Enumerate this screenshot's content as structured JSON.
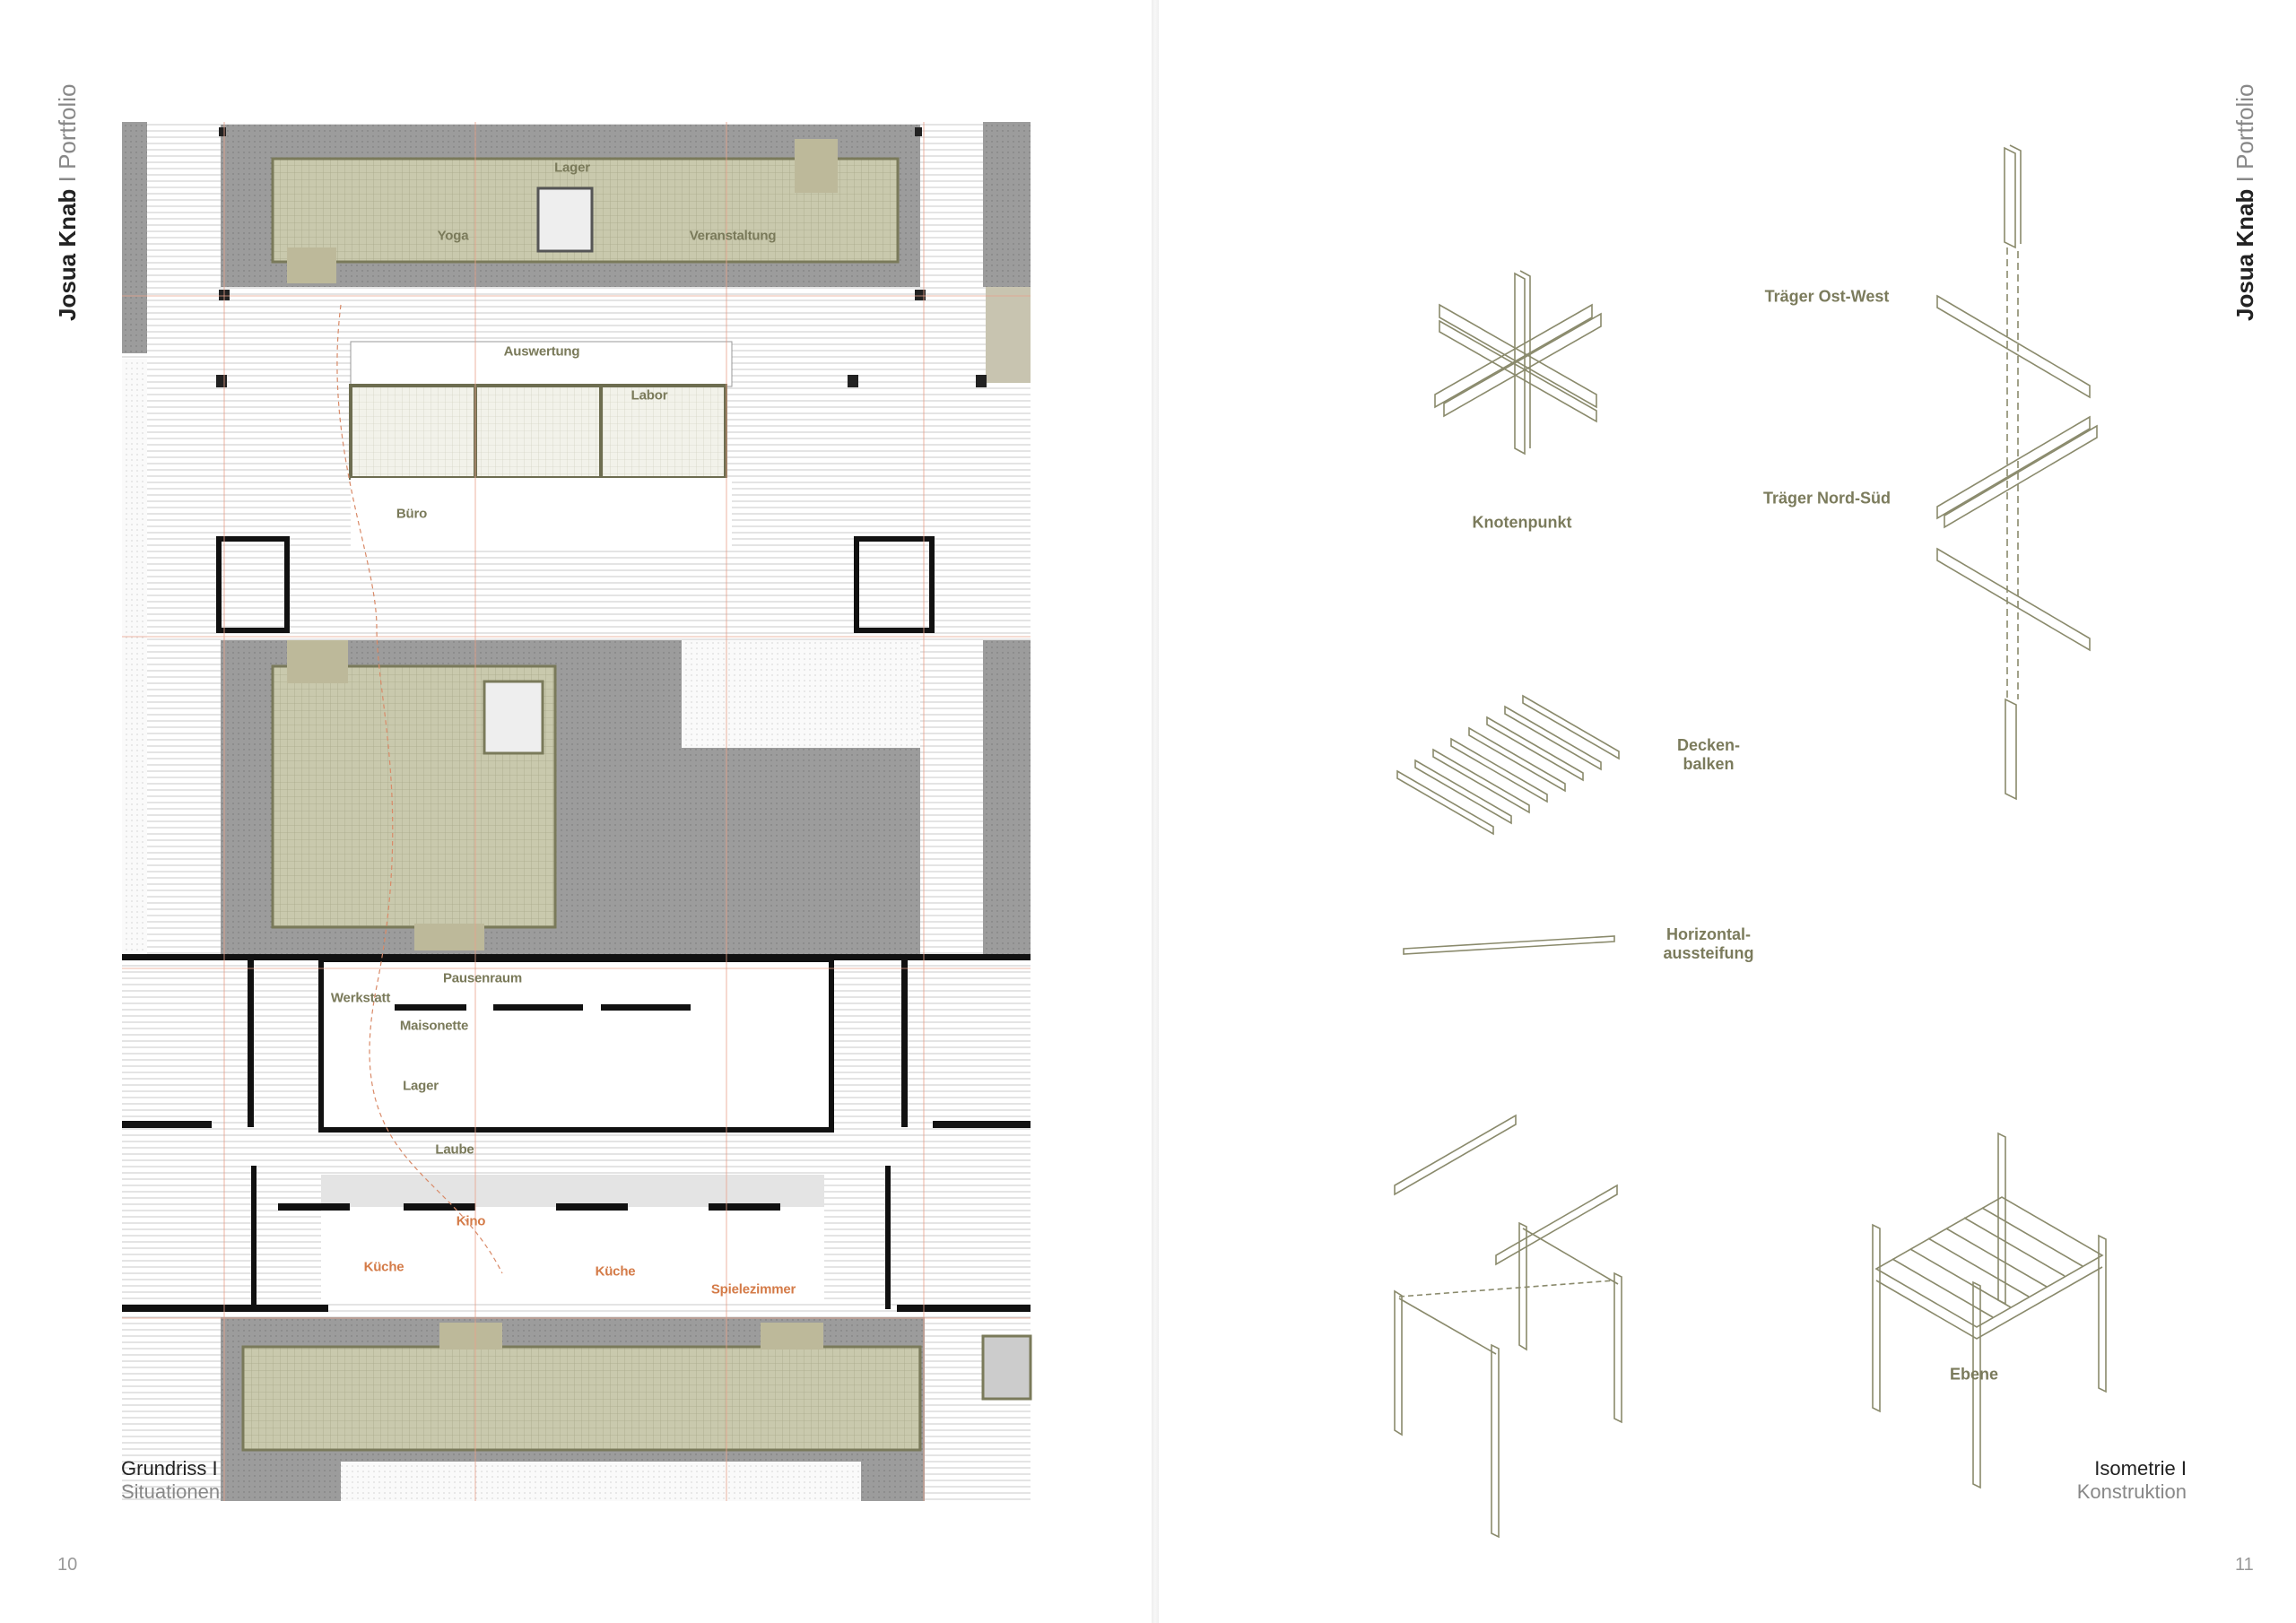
{
  "header": {
    "author": "Josua Knab",
    "separator": "I",
    "section": "Portfolio"
  },
  "left_page": {
    "caption_title": "Grundriss I",
    "caption_subtitle": "Situationen",
    "page_number": "10",
    "plan_labels": {
      "lager_top": "Lager",
      "yoga": "Yoga",
      "veranstaltung": "Veranstaltung",
      "auswertung": "Auswertung",
      "labor": "Labor",
      "buero": "Büro",
      "pausenraum": "Pausenraum",
      "werkstatt": "Werkstatt",
      "maisonette": "Maisonette",
      "lager_mid": "Lager",
      "laube": "Laube",
      "kino": "Kino",
      "kueche_1": "Küche",
      "kueche_2": "Küche",
      "spielezimmer": "Spielezimmer"
    }
  },
  "right_page": {
    "caption_title": "Isometrie I",
    "caption_subtitle": "Konstruktion",
    "page_number": "11",
    "labels": {
      "knotenpunkt": "Knotenpunkt",
      "traeger_ost_west": "Träger Ost-West",
      "traeger_nord_sued": "Träger Nord-Süd",
      "deckenbalken_1": "Decken-",
      "deckenbalken_2": "balken",
      "horizontal_1": "Horizontal-",
      "horizontal_2": "aussteifung",
      "ebene": "Ebene"
    }
  },
  "colors": {
    "olive": "#7a7a5a",
    "accent_orange": "#d47b48",
    "grey_fill": "#9c9c9c",
    "line": "#8a8a6c"
  }
}
